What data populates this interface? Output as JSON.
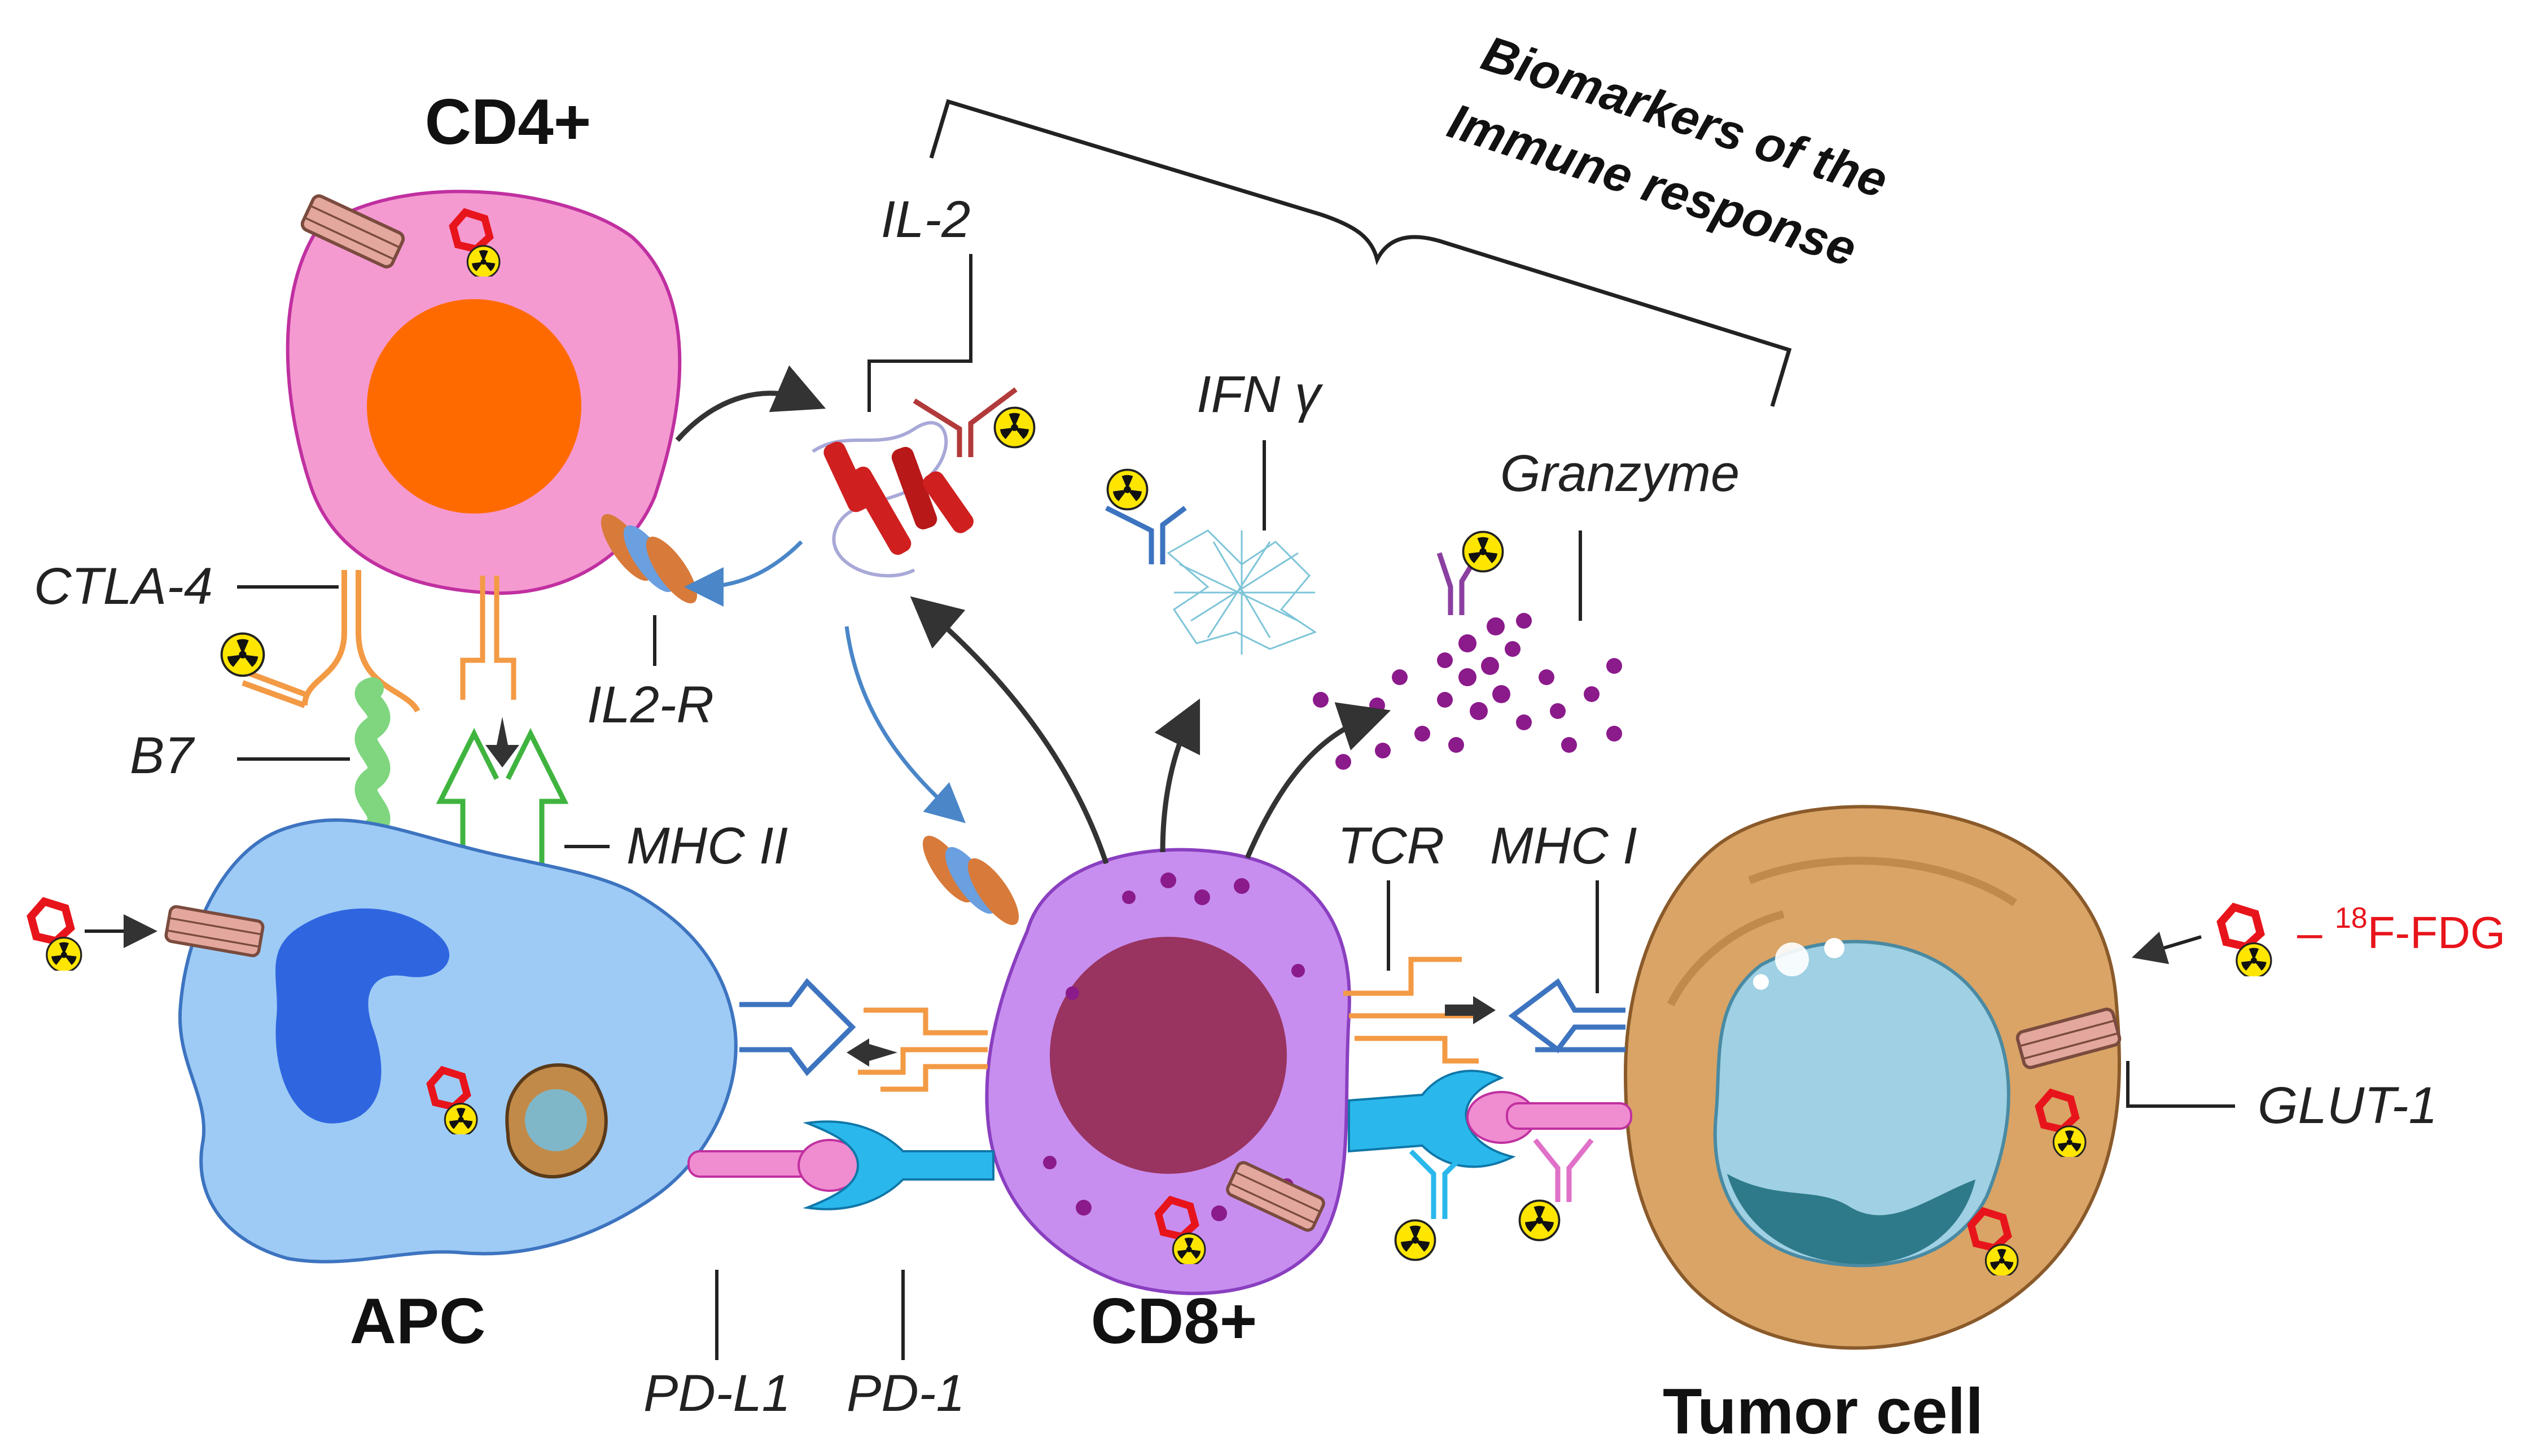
{
  "cells": {
    "cd4": "CD4+",
    "apc": "APC",
    "cd8": "CD8+",
    "tumor": "Tumor cell"
  },
  "bracket_title": {
    "line1": "Biomarkers of the",
    "line2": "Immune response"
  },
  "labels": {
    "il2": "IL-2",
    "ifng": "IFN γ",
    "granzyme": "Granzyme",
    "ctla4": "CTLA-4",
    "b7": "B7",
    "il2r": "IL2-R",
    "mhc2": "MHC II",
    "tcr": "TCR",
    "mhc1": "MHC I",
    "glut1": "GLUT-1",
    "pdl1": "PD-L1",
    "pd1": "PD-1"
  },
  "legend": {
    "fdg_prefix": "– ",
    "fdg_sup": "18",
    "fdg_text": "F-FDG"
  },
  "colors": {
    "cd4_membrane": "#f49ad1",
    "cd4_nucleus": "#ff6a00",
    "apc_membrane": "#9ecbf5",
    "apc_nucleus": "#2f66e0",
    "cd8_membrane": "#c78ef0",
    "cd8_nucleus": "#99335f",
    "tumor_membrane": "#d9a466",
    "tumor_nucleus": "#9fd0e3",
    "fdg_red": "#e8141b",
    "label_red": "#e8141b"
  }
}
